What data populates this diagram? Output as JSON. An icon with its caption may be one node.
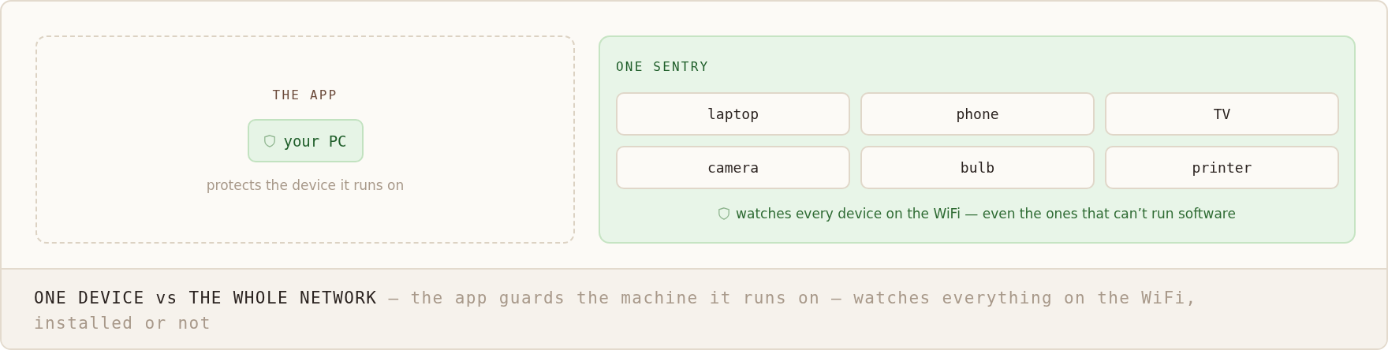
{
  "diagram": {
    "caption": "**ONE DEVICE vs THE WHOLE NETWORK** — the app guards the machine it runs on — watches everything on the WiFi, installed or not",
    "nodes": [
      {
        "text": [
          "THE APP",
          "protects the device it runs on"
        ]
      },
      {
        "text": [
          "your PC"
        ],
        "in": 0
      },
      {
        "text": [
          "ONE SENTRY",
          "watches every device on the WiFi — even the ones that can’t run software"
        ]
      },
      {
        "text": [
          "laptop"
        ],
        "in": 2
      },
      {
        "text": [
          "phone"
        ],
        "in": 2
      },
      {
        "text": [
          "TV"
        ],
        "in": 2
      },
      {
        "text": [
          "camera"
        ],
        "in": 2
      },
      {
        "text": [
          "bulb"
        ],
        "in": 2
      },
      {
        "text": [
          "printer"
        ],
        "in": 2
      }
    ]
  }
}
